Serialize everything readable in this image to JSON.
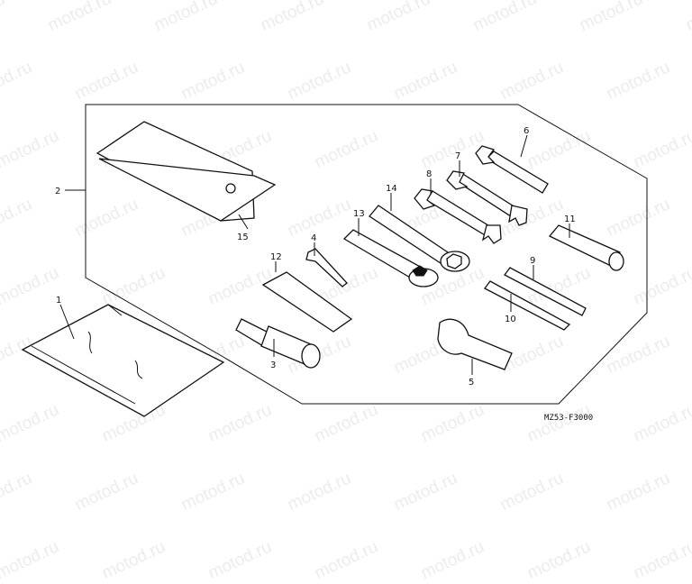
{
  "watermark": "motod.ru",
  "diagram_code": "MZ53-F3000",
  "callouts": {
    "n1": "1",
    "n2": "2",
    "n3": "3",
    "n4": "4",
    "n5": "5",
    "n6": "6",
    "n7": "7",
    "n8": "8",
    "n9": "9",
    "n10": "10",
    "n11": "11",
    "n12": "12",
    "n13": "13",
    "n14": "14",
    "n15": "15"
  }
}
